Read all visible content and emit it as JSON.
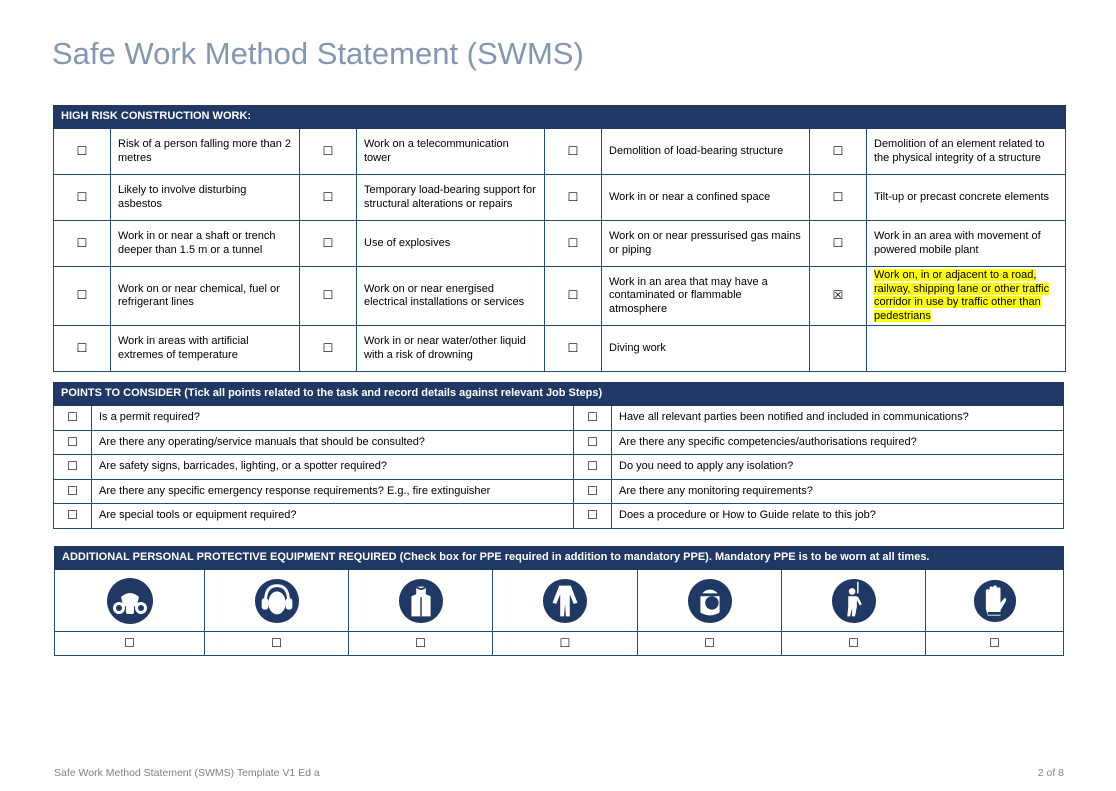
{
  "title": "Safe Work Method Statement (SWMS)",
  "checkbox_empty": "☐",
  "checkbox_checked": "☒",
  "high_risk": {
    "header": "HIGH RISK CONSTRUCTION WORK:",
    "rows": [
      [
        {
          "label": "Risk of a person falling more than 2 metres",
          "checked": false
        },
        {
          "label": "Work on a telecommunication tower",
          "checked": false
        },
        {
          "label": "Demolition of load-bearing structure",
          "checked": false
        },
        {
          "label": "Demolition of an element related to the physical integrity of a structure",
          "checked": false
        }
      ],
      [
        {
          "label": "Likely to involve disturbing asbestos",
          "checked": false
        },
        {
          "label": "Temporary load-bearing support for structural alterations or repairs",
          "checked": false
        },
        {
          "label": "Work in or near a confined space",
          "checked": false
        },
        {
          "label": "Tilt-up or precast concrete elements",
          "checked": false
        }
      ],
      [
        {
          "label": "Work in or near a shaft or trench deeper than 1.5 m or a tunnel",
          "checked": false
        },
        {
          "label": "Use of explosives",
          "checked": false
        },
        {
          "label": "Work on or near pressurised gas mains or piping",
          "checked": false
        },
        {
          "label": "Work in an area with movement of powered mobile plant",
          "checked": false
        }
      ],
      [
        {
          "label": "Work on or near chemical, fuel or refrigerant lines",
          "checked": false
        },
        {
          "label": "Work on or near energised electrical installations or services",
          "checked": false
        },
        {
          "label": "Work in an area that may have a contaminated or flammable atmosphere",
          "checked": false
        },
        {
          "label": "Work on, in or adjacent to a road, railway, shipping lane or other traffic corridor in use by traffic other than pedestrians",
          "checked": true,
          "highlight": "#ffff00"
        }
      ],
      [
        {
          "label": "Work in areas with artificial extremes of temperature",
          "checked": false
        },
        {
          "label": "Work in or near water/other liquid with a risk of drowning",
          "checked": false
        },
        {
          "label": "Diving work",
          "checked": false
        }
      ]
    ]
  },
  "points": {
    "header": "POINTS TO CONSIDER (Tick all points related to the task and record details against relevant Job Steps)",
    "rows": [
      [
        "Is a permit required?",
        "Have all relevant parties been notified and included in communications?"
      ],
      [
        "Are there any operating/service manuals that should be consulted?",
        "Are there any specific competencies/authorisations required?"
      ],
      [
        "Are safety signs, barricades, lighting, or a spotter required?",
        "Do you need to apply any isolation?"
      ],
      [
        "Are there any specific emergency response requirements? E.g., fire extinguisher",
        "Are there any monitoring requirements?"
      ],
      [
        "Are special tools or equipment required?",
        "Does a procedure or How to Guide relate to this job?"
      ]
    ]
  },
  "ppe": {
    "header": "ADDITIONAL PERSONAL PROTECTIVE EQUIPMENT REQUIRED (Check box for PPE required in addition to mandatory PPE). Mandatory PPE is to be worn at all times.",
    "icon_color": "#1f3864",
    "items": [
      {
        "icon": "respirator-icon",
        "checked": false
      },
      {
        "icon": "ear-protection-icon",
        "checked": false
      },
      {
        "icon": "apron-icon",
        "checked": false
      },
      {
        "icon": "coverall-icon",
        "checked": false
      },
      {
        "icon": "face-shield-icon",
        "checked": false
      },
      {
        "icon": "safety-harness-icon",
        "checked": false
      },
      {
        "icon": "gloves-icon",
        "checked": false
      }
    ]
  },
  "footer": {
    "left": "Safe Work Method Statement (SWMS) Template V1 Ed a",
    "right": "2 of 8"
  }
}
